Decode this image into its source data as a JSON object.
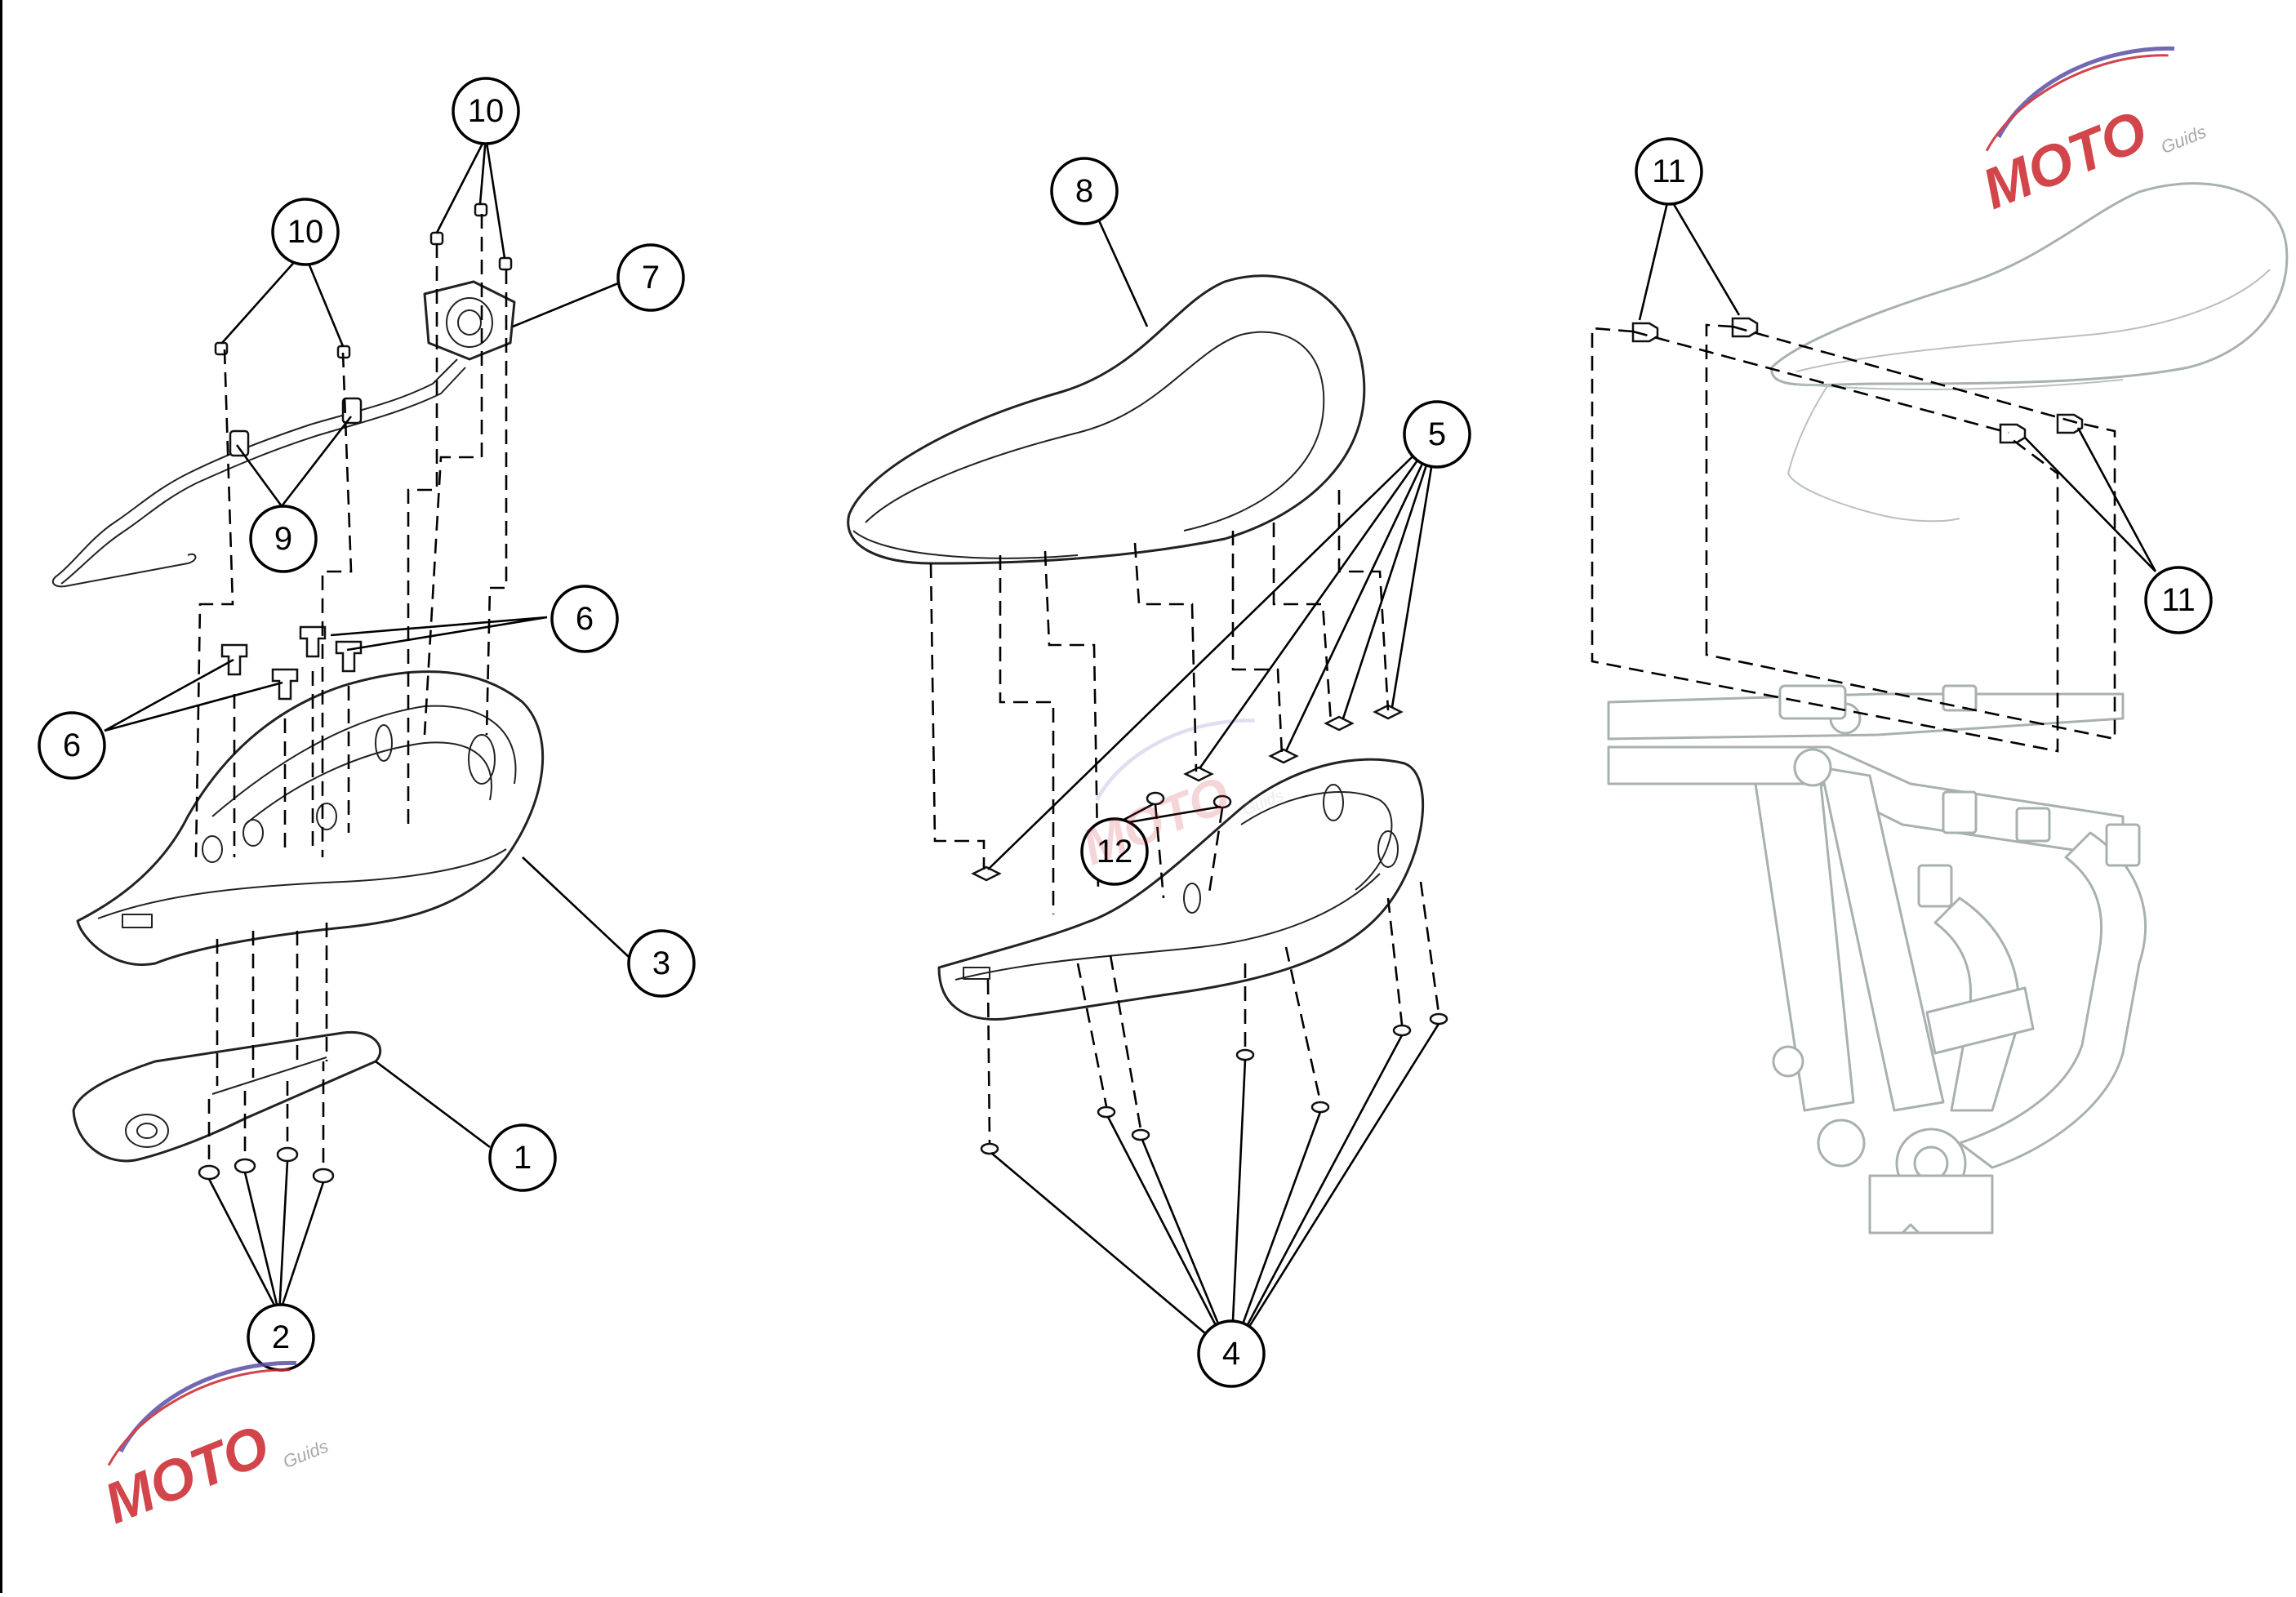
{
  "callouts": {
    "c1": "1",
    "c2": "2",
    "c3": "3",
    "c4": "4",
    "c5": "5",
    "c6a": "6",
    "c6b": "6",
    "c7": "7",
    "c8": "8",
    "c9": "9",
    "c10a": "10",
    "c10b": "10",
    "c11a": "11",
    "c11b": "11",
    "c12": "12"
  },
  "watermark": {
    "logo": "MOTO",
    "sub": "Guids"
  },
  "colors": {
    "line": "#000000",
    "ghost": "#a8b0b0",
    "watermark_red": "#c9252c",
    "watermark_purple": "#5a4fa8"
  }
}
